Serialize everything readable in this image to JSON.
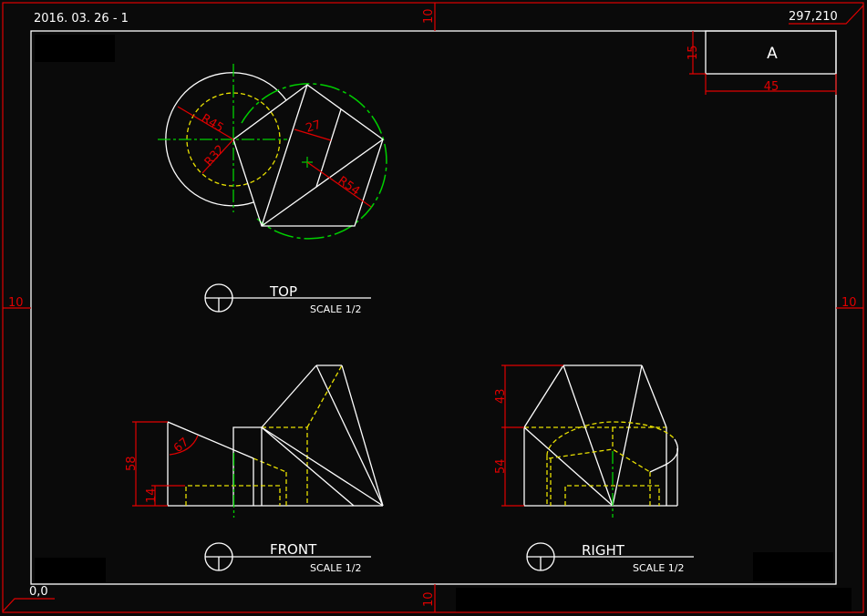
{
  "sheet": {
    "stamp": "2016. 03. 26 - 1",
    "size_label": "297,210",
    "origin_label": "0,0",
    "margin_top": "10",
    "margin_left": "10",
    "margin_right": "10",
    "margin_bottom": "10"
  },
  "title_block": {
    "label": "A",
    "height_dim": "15",
    "width_dim": "45"
  },
  "views": {
    "top": {
      "title": "TOP",
      "scale": "SCALE 1/2",
      "dims": {
        "r45": "R45",
        "r32": "R32",
        "d27": "27",
        "r54": "R54"
      }
    },
    "front": {
      "title": "FRONT",
      "scale": "SCALE 1/2",
      "dims": {
        "h58": "58",
        "h14": "14",
        "a67": "67"
      }
    },
    "right": {
      "title": "RIGHT",
      "scale": "SCALE 1/2",
      "dims": {
        "h43": "43",
        "h54": "54"
      }
    }
  },
  "colors": {
    "visible": "#ffffff",
    "hidden": "#e8e000",
    "center": "#00d000",
    "dimension": "#e00000",
    "background": "#0a0a0a"
  }
}
